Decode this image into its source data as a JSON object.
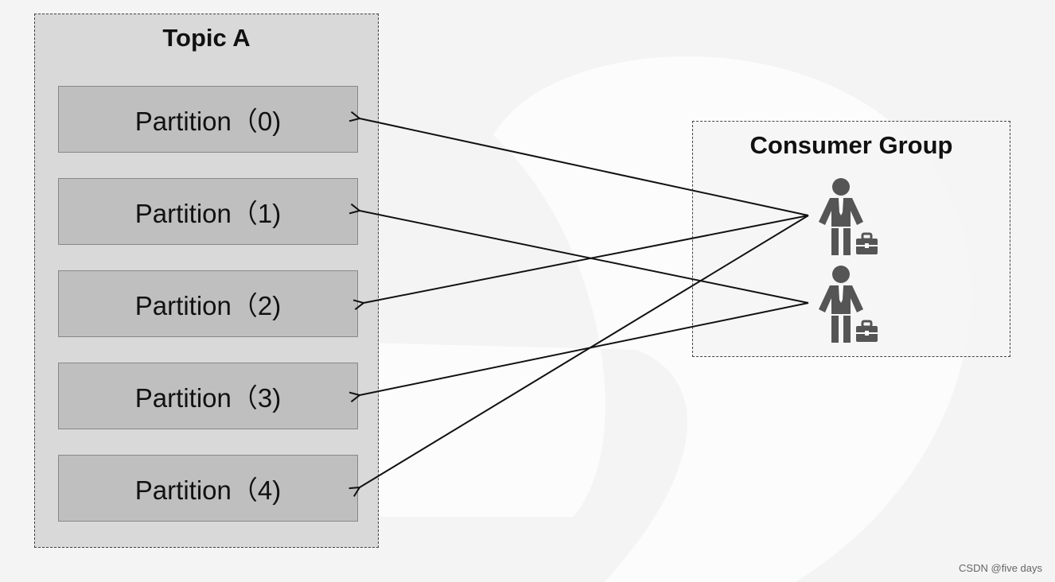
{
  "topic": {
    "title": "Topic A",
    "partitions": [
      "Partition（0)",
      "Partition（1)",
      "Partition（2)",
      "Partition（3)",
      "Partition（4)"
    ]
  },
  "consumer_group": {
    "title": "Consumer Group",
    "consumers": [
      "consumer-icon",
      "consumer-icon"
    ]
  },
  "assignments": [
    {
      "consumer": 0,
      "partition": 0
    },
    {
      "consumer": 0,
      "partition": 2
    },
    {
      "consumer": 0,
      "partition": 4
    },
    {
      "consumer": 1,
      "partition": 1
    },
    {
      "consumer": 1,
      "partition": 3
    }
  ],
  "watermark": "CSDN @five days"
}
